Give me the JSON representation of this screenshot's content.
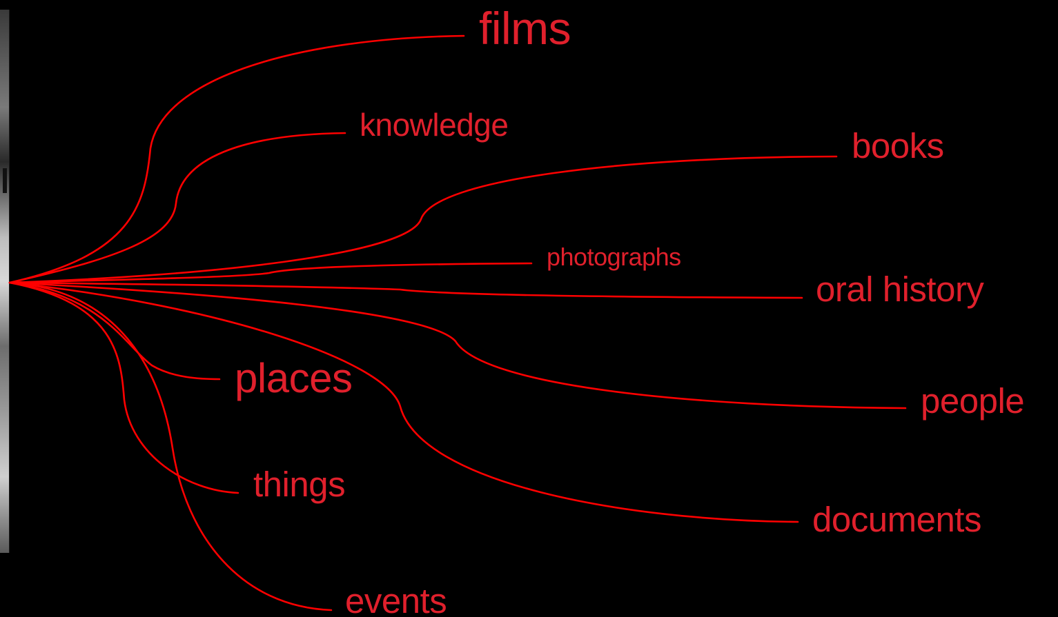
{
  "diagram": {
    "accent_color": "#ff0000",
    "label_color": "#e0202c",
    "labels": {
      "films": "films",
      "knowledge": "knowledge",
      "books": "books",
      "photographs": "photographs",
      "oral_history": "oral history",
      "places": "places",
      "people": "people",
      "things": "things",
      "documents": "documents",
      "events": "events"
    }
  }
}
